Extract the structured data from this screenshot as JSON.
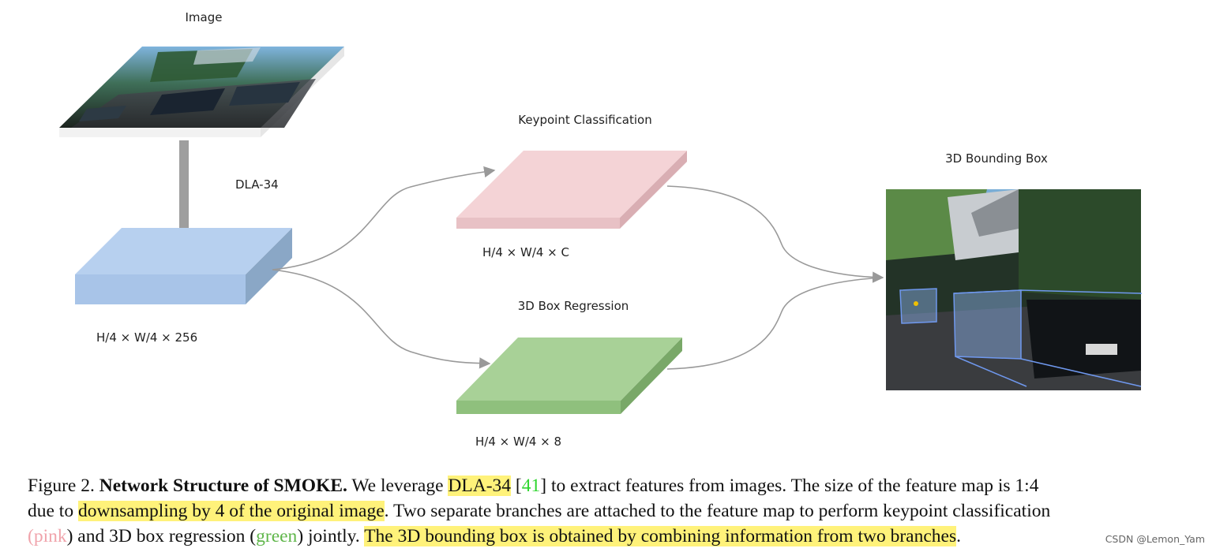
{
  "figure": {
    "labels": {
      "image": "Image",
      "backbone": "DLA-34",
      "backbone_dims": "H/4 × W/4 × 256",
      "keypoint_title": "Keypoint Classification",
      "keypoint_dims": "H/4 × W/4 × C",
      "regression_title": "3D Box Regression",
      "regression_dims": "H/4 × W/4 × 8",
      "bbox_title": "3D Bounding Box"
    },
    "colors": {
      "backbone_block": "#aecbeb",
      "keypoint_block": "#f3d1d4",
      "regression_block": "#a6d196",
      "arrow": "#9a9a9a"
    }
  },
  "caption": {
    "line1": {
      "prefix": "Figure 2. ",
      "bold": "Network Structure of SMOKE.",
      "text1": " We leverage ",
      "hl_dla": "DLA-34",
      "text2": " [",
      "cite": "41",
      "text3": "] to extract features from images. The size of the feature map is 1:4"
    },
    "line2": {
      "text1": "due to ",
      "hl_down": "downsampling by 4 of the original image",
      "text2": ". Two separate branches are attached to the feature map to perform keypoint classification"
    },
    "line3": {
      "paren_open1": "(",
      "pink": "pink",
      "text1": ") and 3D box regression (",
      "green": "green",
      "text2": ") jointly. ",
      "hl_final": "The 3D bounding box is obtained by combining information from two branches",
      "text3": "."
    }
  },
  "watermark": "CSDN @Lemon_Yam"
}
